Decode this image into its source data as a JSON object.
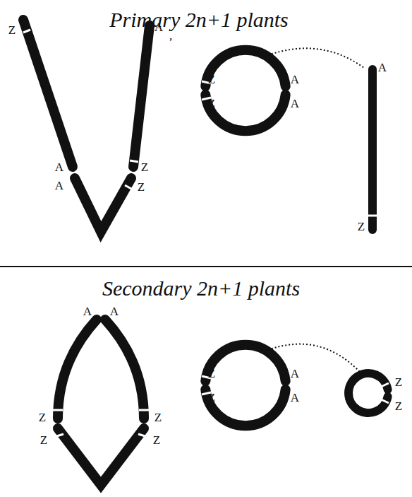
{
  "diagram": {
    "labels": [
      "Primary 2n+1 plants",
      "Z",
      "A",
      ",",
      "A",
      "A",
      "Z",
      "Z",
      "Z",
      "Z",
      "A",
      "A",
      "A",
      "Z",
      "Secondary 2n+1 plants",
      "A",
      "A",
      "Z",
      "Z",
      "Z",
      "Z",
      "Z",
      "Z",
      "A",
      "A",
      "Z",
      "Z"
    ]
  }
}
